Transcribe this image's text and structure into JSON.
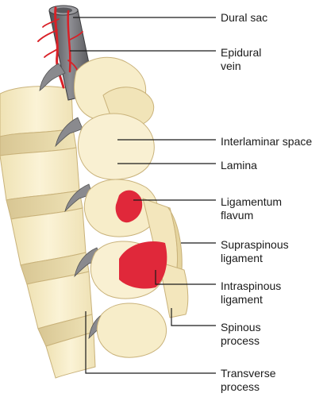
{
  "labels": {
    "dural_sac": "Dural sac",
    "epidural_vein_1": "Epidural",
    "epidural_vein_2": "vein",
    "interlaminar_space": "Interlaminar space",
    "lamina": "Lamina",
    "ligamentum_flavum_1": "Ligamentum",
    "ligamentum_flavum_2": "flavum",
    "supraspinous_ligament_1": "Supraspinous",
    "supraspinous_ligament_2": "ligament",
    "intraspinous_ligament_1": "Intraspinous",
    "intraspinous_ligament_2": "ligament",
    "spinous_process_1": "Spinous",
    "spinous_process_2": "process",
    "transverse_process_1": "Transverse",
    "transverse_process_2": "process"
  },
  "colors": {
    "bone": "#f7edc9",
    "bone_shadow": "#e2d3a0",
    "bone_outline": "#c9b27a",
    "ligament_red": "#e0283a",
    "dural_sac": "#6f6f73",
    "vein_red": "#d92027",
    "nerve_gray": "#8a8a8e"
  }
}
